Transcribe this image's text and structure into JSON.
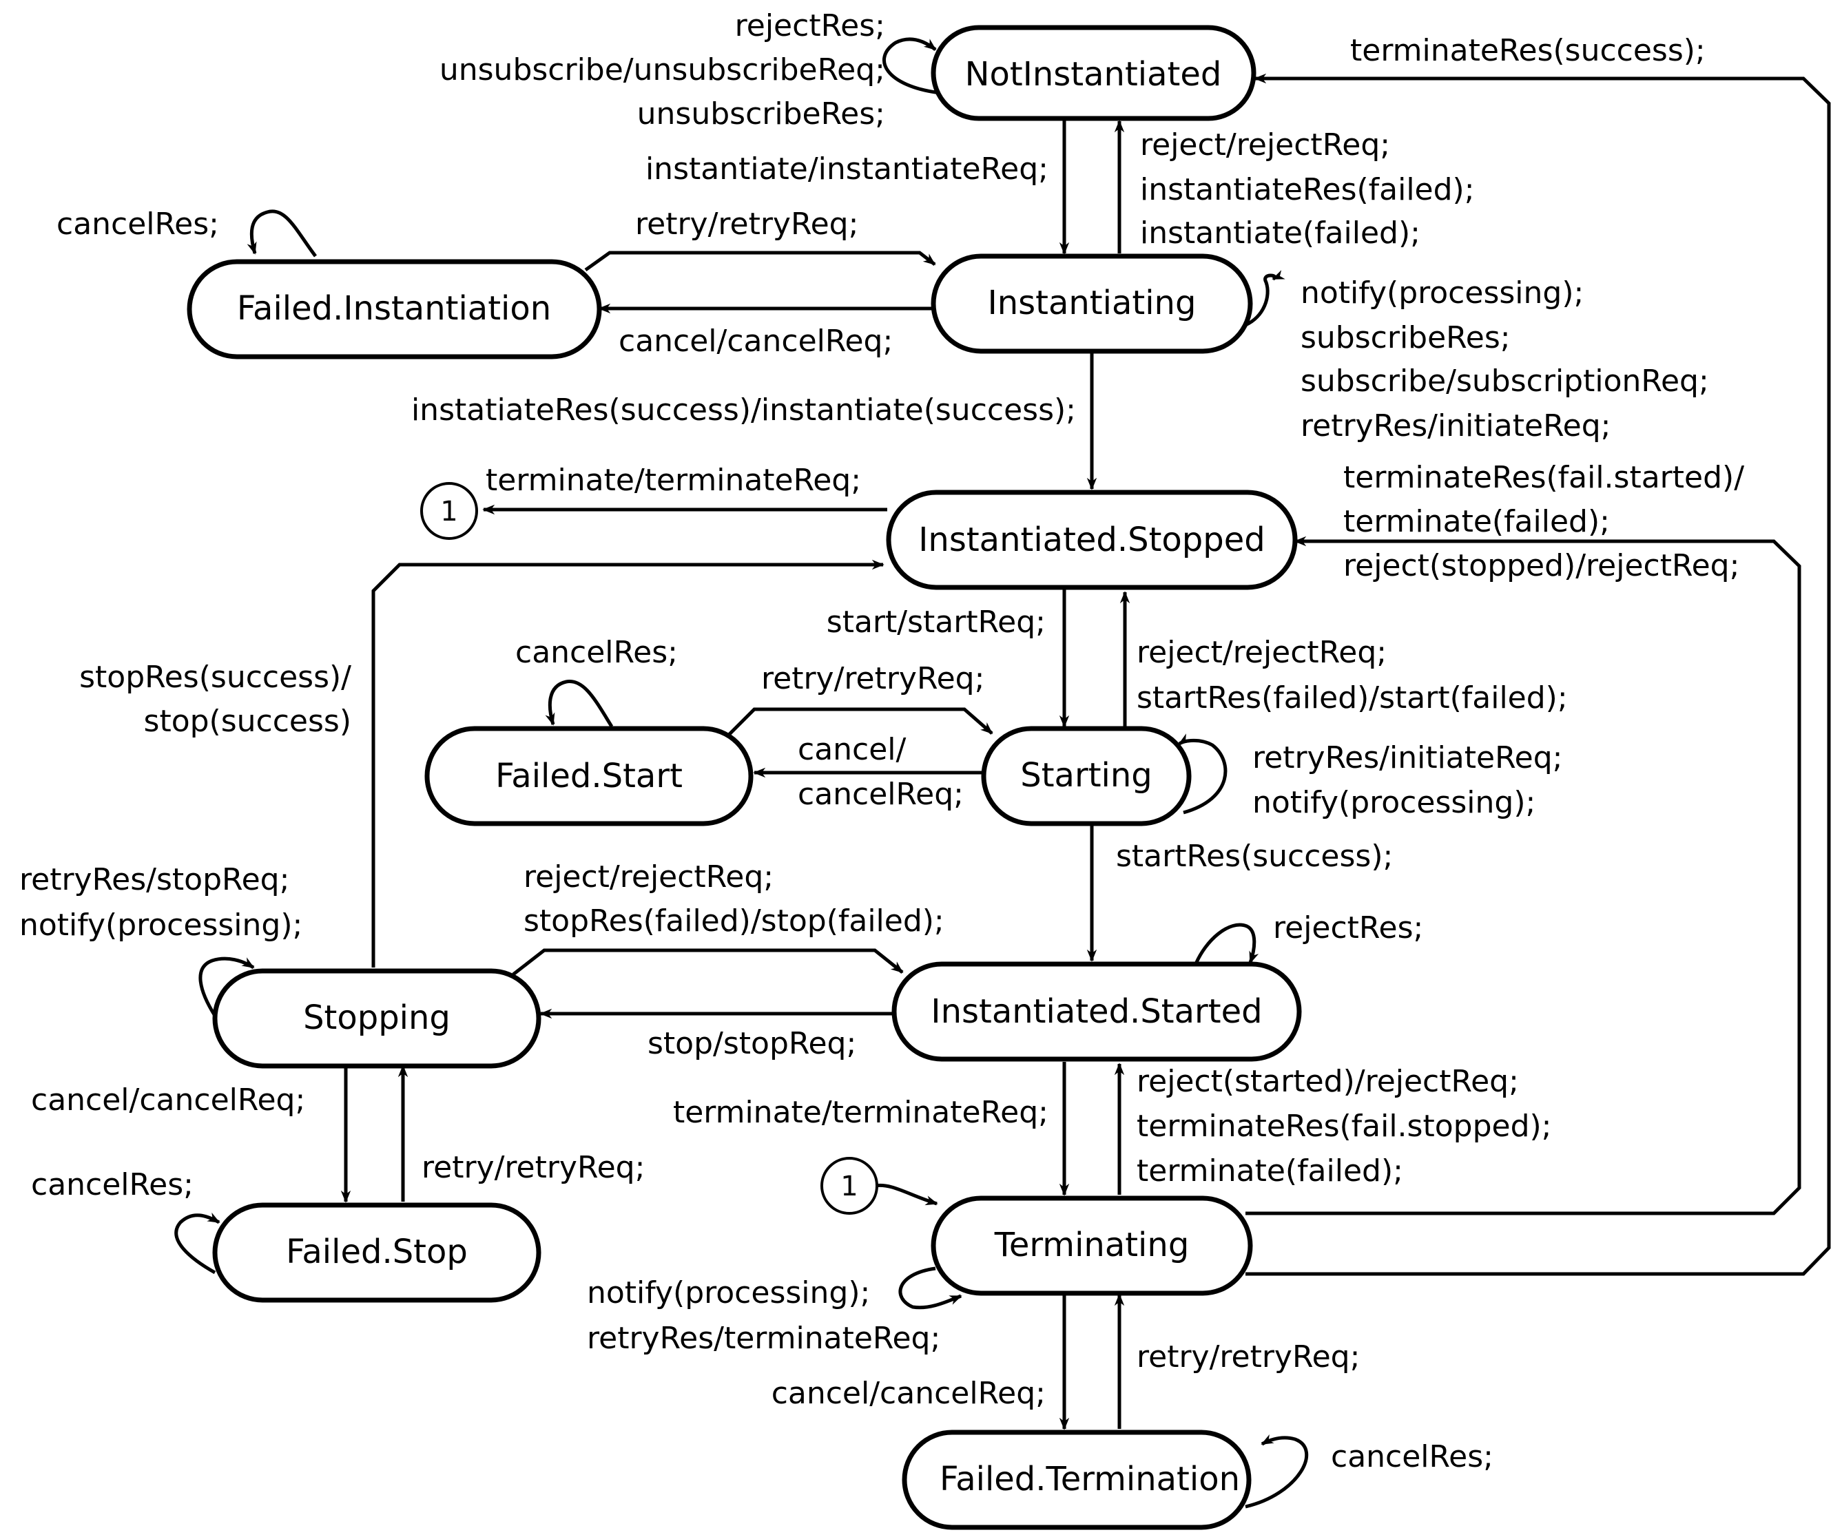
{
  "states": {
    "not_instantiated": "NotInstantiated",
    "instantiating": "Instantiating",
    "failed_instantiation": "Failed.Instantiation",
    "instantiated_stopped": "Instantiated.Stopped",
    "starting": "Starting",
    "failed_start": "Failed.Start",
    "instantiated_started": "Instantiated.Started",
    "stopping": "Stopping",
    "failed_stop": "Failed.Stop",
    "terminating": "Terminating",
    "failed_termination": "Failed.Termination"
  },
  "connectors": {
    "c1": "1",
    "c2": "1"
  },
  "transitions": {
    "ni_self": [
      "rejectRes;",
      "unsubscribe/unsubscribeReq;",
      "unsubscribeRes;"
    ],
    "ni_to_inst": "instantiate/instantiateReq;",
    "inst_to_ni": [
      "reject/rejectReq;",
      "instantiateRes(failed);",
      "instantiate(failed);"
    ],
    "term_to_ni": "terminateRes(success);",
    "fi_self": "cancelRes;",
    "fi_to_inst": "retry/retryReq;",
    "inst_to_fi": "cancel/cancelReq;",
    "inst_self": [
      "notify(processing);",
      "subscribeRes;",
      "subscribe/subscriptionReq;",
      "retryRes/initiateReq;"
    ],
    "inst_to_stopped": "instatiateRes(success)/instantiate(success);",
    "stopped_to_c1": "terminate/terminateReq;",
    "term_to_stopped": [
      "terminateRes(fail.started)/",
      "terminate(failed);",
      "reject(stopped)/rejectReq;"
    ],
    "stopping_to_stopped": [
      "stopRes(success)/",
      "stop(success)"
    ],
    "stopped_to_starting": "start/startReq;",
    "starting_to_stopped": [
      "reject/rejectReq;",
      "startRes(failed)/start(failed);"
    ],
    "fs_self": "cancelRes;",
    "fs_to_starting": "retry/retryReq;",
    "starting_to_fs": [
      "cancel/",
      "cancelReq;"
    ],
    "starting_self": [
      "retryRes/initiateReq;",
      "notify(processing);"
    ],
    "starting_to_started": "startRes(success);",
    "started_self": "rejectRes;",
    "stopping_self": [
      "retryRes/stopReq;",
      "notify(processing);"
    ],
    "stopping_to_started": [
      "reject/rejectReq;",
      "stopRes(failed)/stop(failed);"
    ],
    "started_to_stopping": "stop/stopReq;",
    "stopping_to_fstop": "cancel/cancelReq;",
    "fstop_to_stopping": "retry/retryReq;",
    "fstop_self": "cancelRes;",
    "started_to_term": "terminate/terminateReq;",
    "term_to_started": [
      "reject(started)/rejectReq;",
      "terminateRes(fail.stopped);",
      "terminate(failed);"
    ],
    "term_self": [
      "notify(processing);",
      "retryRes/terminateReq;"
    ],
    "term_to_ft": "cancel/cancelReq;",
    "ft_to_term": "retry/retryReq;",
    "ft_self": "cancelRes;"
  }
}
